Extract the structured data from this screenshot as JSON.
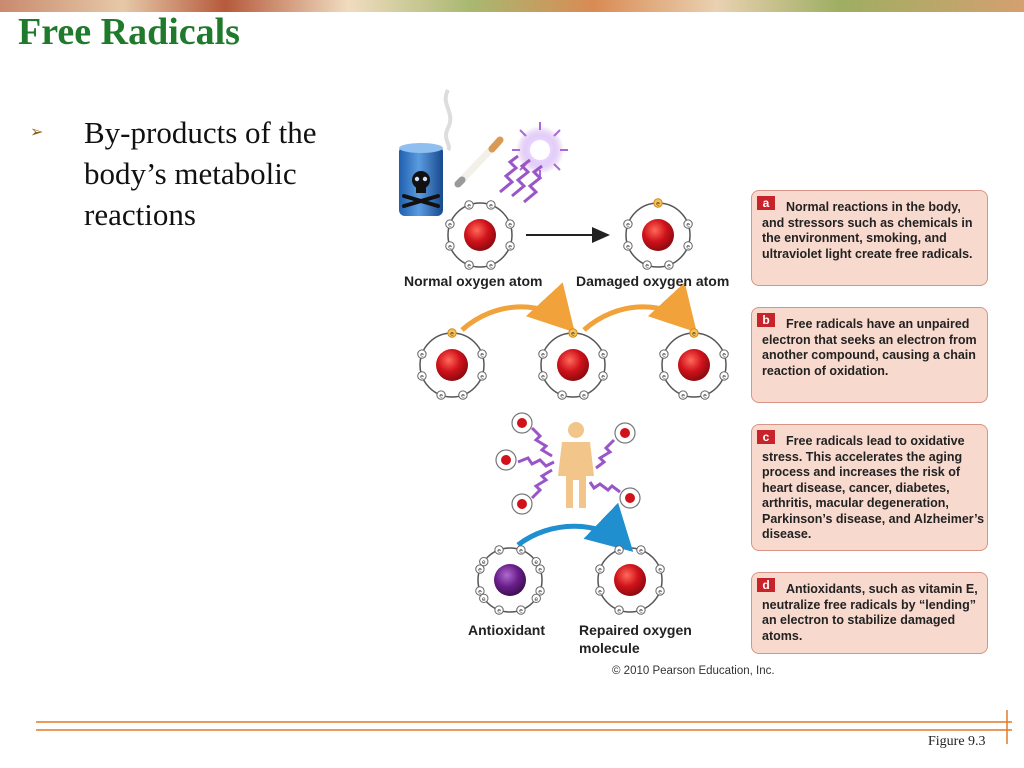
{
  "title": "Free Radicals",
  "bullet": {
    "marker": "➢",
    "text": "By-products of the body’s metabolic reactions"
  },
  "figure": {
    "labels": {
      "normal_oxygen_atom": "Normal oxygen atom",
      "damaged_oxygen_atom": "Damaged oxygen atom",
      "antioxidant": "Antioxidant",
      "repaired_oxygen_molecule": "Repaired oxygen molecule"
    },
    "electron_symbol": "e",
    "panels": [
      {
        "letter": "a",
        "text": "Normal reactions in the body, and stressors such as chemicals in the environment, smoking, and ultraviolet light create free radicals."
      },
      {
        "letter": "b",
        "text": "Free radicals have an unpaired electron that seeks an electron from another compound, causing a chain reaction of oxidation."
      },
      {
        "letter": "c",
        "text": "Free radicals lead to oxidative stress. This accelerates the aging process and increases the risk of heart disease, cancer, diabetes, arthritis, macular degeneration, Parkinson’s disease, and Alzheimer’s disease."
      },
      {
        "letter": "d",
        "text": "Antioxidants, such as vitamin E, neutralize free radicals by “lending” an electron to stabilize damaged atoms."
      }
    ],
    "copyright": "© 2010 Pearson Education, Inc."
  },
  "footer": {
    "figure_number": "Figure 9.3"
  },
  "colors": {
    "title": "#1f7a2b",
    "panel_fill": "#f8d9ce",
    "panel_border": "#d89585",
    "letter_badge": "#c8222a",
    "oxygen_nucleus": "#d0121b",
    "antioxidant_nucleus": "#6a1f8a",
    "orange_arrow": "#f2a23a",
    "blue_arrow": "#1f8fd0",
    "zigzag": "#9a55c8",
    "footer_line": "#e07a2a"
  }
}
